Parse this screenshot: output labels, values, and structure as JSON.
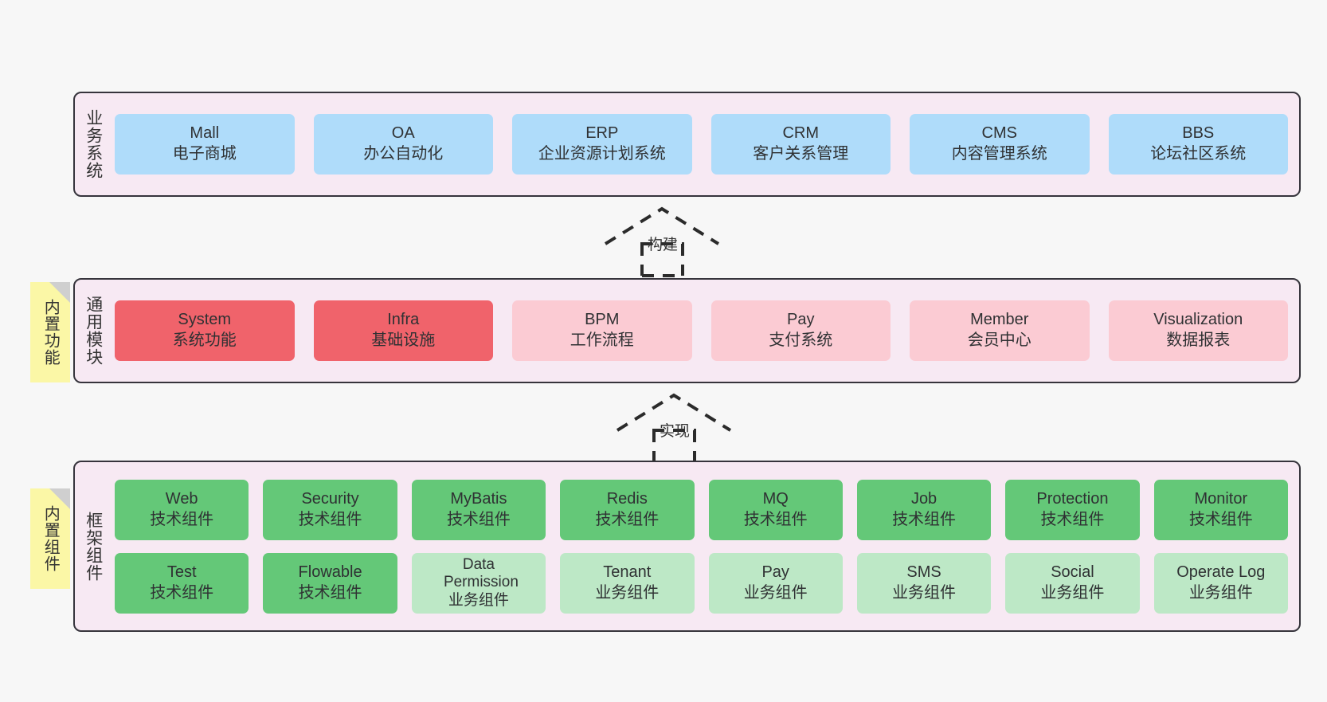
{
  "layers": [
    {
      "id": "business-system",
      "title": "业务系统",
      "nodes": [
        {
          "en": "Mall",
          "cn": "电子商城",
          "color": "blue"
        },
        {
          "en": "OA",
          "cn": "办公自动化",
          "color": "blue"
        },
        {
          "en": "ERP",
          "cn": "企业资源计划系统",
          "color": "blue"
        },
        {
          "en": "CRM",
          "cn": "客户关系管理",
          "color": "blue"
        },
        {
          "en": "CMS",
          "cn": "内容管理系统",
          "color": "blue"
        },
        {
          "en": "BBS",
          "cn": "论坛社区系统",
          "color": "blue"
        }
      ]
    },
    {
      "id": "common-module",
      "title": "通用模块",
      "sticky": "内置功能",
      "nodes": [
        {
          "en": "System",
          "cn": "系统功能",
          "color": "red"
        },
        {
          "en": "Infra",
          "cn": "基础设施",
          "color": "red"
        },
        {
          "en": "BPM",
          "cn": "工作流程",
          "color": "pink"
        },
        {
          "en": "Pay",
          "cn": "支付系统",
          "color": "pink"
        },
        {
          "en": "Member",
          "cn": "会员中心",
          "color": "pink"
        },
        {
          "en": "Visualization",
          "cn": "数据报表",
          "color": "pink"
        }
      ]
    },
    {
      "id": "framework-component",
      "title": "框架组件",
      "sticky": "内置组件",
      "rows": [
        [
          {
            "en": "Web",
            "cn": "技术组件",
            "color": "green"
          },
          {
            "en": "Security",
            "cn": "技术组件",
            "color": "green"
          },
          {
            "en": "MyBatis",
            "cn": "技术组件",
            "color": "green"
          },
          {
            "en": "Redis",
            "cn": "技术组件",
            "color": "green"
          },
          {
            "en": "MQ",
            "cn": "技术组件",
            "color": "green"
          },
          {
            "en": "Job",
            "cn": "技术组件",
            "color": "green"
          },
          {
            "en": "Protection",
            "cn": "技术组件",
            "color": "green"
          },
          {
            "en": "Monitor",
            "cn": "技术组件",
            "color": "green"
          }
        ],
        [
          {
            "en": "Test",
            "cn": "技术组件",
            "color": "green"
          },
          {
            "en": "Flowable",
            "cn": "技术组件",
            "color": "green"
          },
          {
            "en": "Data Permission",
            "cn": "业务组件",
            "color": "lgreen"
          },
          {
            "en": "Tenant",
            "cn": "业务组件",
            "color": "lgreen"
          },
          {
            "en": "Pay",
            "cn": "业务组件",
            "color": "lgreen"
          },
          {
            "en": "SMS",
            "cn": "业务组件",
            "color": "lgreen"
          },
          {
            "en": "Social",
            "cn": "业务组件",
            "color": "lgreen"
          },
          {
            "en": "Operate Log",
            "cn": "业务组件",
            "color": "lgreen"
          }
        ]
      ]
    }
  ],
  "connectors": [
    {
      "id": "build",
      "label": "构建"
    },
    {
      "id": "implement",
      "label": "实现"
    }
  ],
  "colors": {
    "panel_bg": "#f7e9f3",
    "panel_border": "#36343c",
    "blue": "#afdcfa",
    "red": "#f0636b",
    "pink": "#fbcbd3",
    "green": "#64c878",
    "light_green": "#bde8c6",
    "sticky": "#fbf7a6",
    "canvas": "#f7f7f7"
  }
}
